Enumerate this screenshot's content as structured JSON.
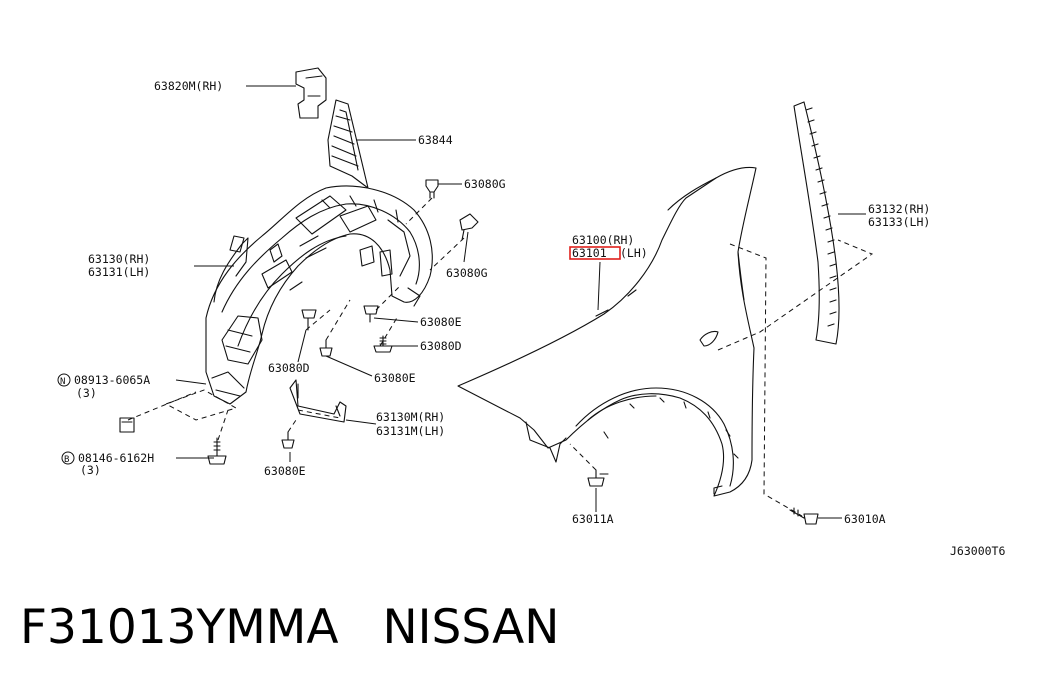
{
  "diagram": {
    "labels": {
      "p63820M": "63820M(RH)",
      "p63844": "63844",
      "p63080G_top": "63080G",
      "p63080G_mid": "63080G",
      "p63130": "63130(RH)",
      "p63131": "63131(LH)",
      "p63080E_right": "63080E",
      "p63080D_right": "63080D",
      "p63080D_left": "63080D",
      "p63080E_mid": "63080E",
      "p08913": "08913-6065A",
      "p08913_qty": "(3)",
      "p63130M": "63130M(RH)",
      "p63131M": "63131M(LH)",
      "p08146": "08146-6162H",
      "p08146_qty": "(3)",
      "p63080E_bottom": "63080E",
      "p63100": "63100(RH)",
      "p63101": "63101",
      "p63101_side": "(LH)",
      "p63132": "63132(RH)",
      "p63133": "63133(LH)",
      "p63011A": "63011A",
      "p63010A": "63010A",
      "ref_code": "J63000T6",
      "marker_n": "N",
      "marker_b": "B"
    },
    "colors": {
      "highlight": "#e0201c",
      "line": "#111111"
    }
  },
  "caption": {
    "part_number": "F31013YMMA",
    "brand": "NISSAN"
  }
}
